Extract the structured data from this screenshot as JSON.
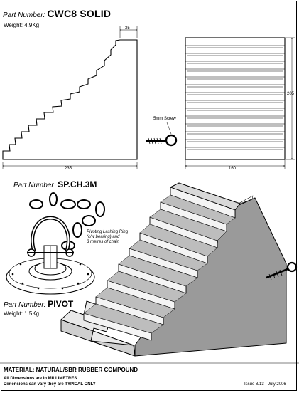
{
  "top_product": {
    "part_number_label": "Part Number:",
    "part_number": "CWC8 SOLID",
    "weight": "Weight: 4.9Kg",
    "dimensions": {
      "top_width": "35",
      "base_length": "235",
      "depth": "160",
      "height": "205"
    },
    "screw_label": "5mm Screw"
  },
  "chain_product": {
    "part_number_label": "Part Number:",
    "part_number": "SP.CH.3M",
    "description": [
      "Pivoting Lashing Ring",
      "(c/w bearing) and",
      "3 metres of chain"
    ]
  },
  "pivot_product": {
    "part_number_label": "Part Number:",
    "part_number": "PIVOT",
    "weight": "Weight: 1.5Kg"
  },
  "footer": {
    "material": "MATERIAL: NATURAL/SBR RUBBER COMPOUND",
    "dimensions_note": "All Dimensions are in MILLIMETRES",
    "typical_note": "Dimensions can vary they are TYPICAL ONLY",
    "issue": "Issue 8/13 - July 2006"
  }
}
